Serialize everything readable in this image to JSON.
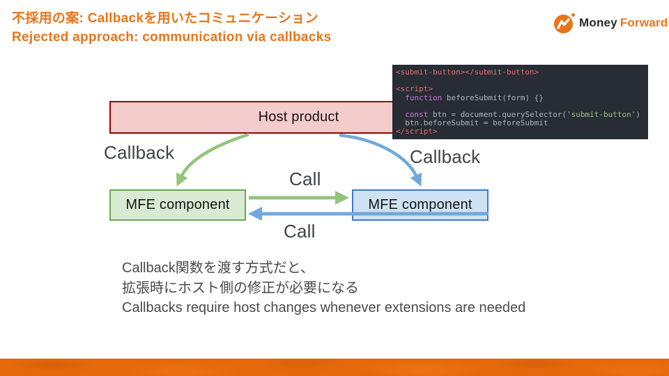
{
  "slide": {
    "title_jp": "不採用の案: Callbackを用いたコミュニケーション",
    "title_en": "Rejected approach: communication via callbacks"
  },
  "logo": {
    "word_dark": "Money",
    "word_accent": "Forward"
  },
  "diagram": {
    "host_box_label": "Host product",
    "mfe_left_label": "MFE component",
    "mfe_right_label": "MFE component",
    "callback_left_label": "Callback",
    "callback_right_label": "Callback",
    "call_top_label": "Call",
    "call_bottom_label": "Call"
  },
  "code": {
    "lines": [
      [
        {
          "t": "<submit-button></submit-button>",
          "c": "tag"
        }
      ],
      [],
      [
        {
          "t": "<script>",
          "c": "tag"
        }
      ],
      [
        {
          "t": "  ",
          "c": "plain"
        },
        {
          "t": "function",
          "c": "kw"
        },
        {
          "t": " beforeSubmit(form) {}",
          "c": "plain"
        }
      ],
      [],
      [
        {
          "t": "  ",
          "c": "plain"
        },
        {
          "t": "const",
          "c": "kw"
        },
        {
          "t": " btn = document.querySelector(",
          "c": "plain"
        },
        {
          "t": "'submit-button'",
          "c": "str"
        },
        {
          "t": ")",
          "c": "plain"
        }
      ],
      [
        {
          "t": "  btn.beforeSubmit = beforeSubmit",
          "c": "plain"
        }
      ],
      [
        {
          "t": "</script>",
          "c": "tag"
        }
      ]
    ]
  },
  "note": {
    "line1": "Callback関数を渡す方式だと、",
    "line2": "拡張時にホスト側の修正が必要になる",
    "line3": "Callbacks require host changes whenever extensions are needed"
  },
  "colors": {
    "title_orange": "#e8751a",
    "logo_orange": "#e8751a",
    "logo_dark": "#2b2b2b",
    "label_gray": "#3e4347",
    "note_gray": "#4a4a4a",
    "host_fill": "#f4cccc",
    "host_border": "#990000",
    "green_fill": "#d9ead3",
    "green_border": "#6aa84f",
    "blue_fill": "#cfe2f3",
    "blue_border": "#3c78d8",
    "arrow_green": "#93c47d",
    "arrow_blue": "#6fa8dc",
    "code_bg": "#282c34",
    "code_tag": "#e06c75",
    "code_keyword": "#c678dd",
    "code_string": "#98c379",
    "code_plain": "#abb2bf",
    "footer_orange": "#e5690b"
  }
}
